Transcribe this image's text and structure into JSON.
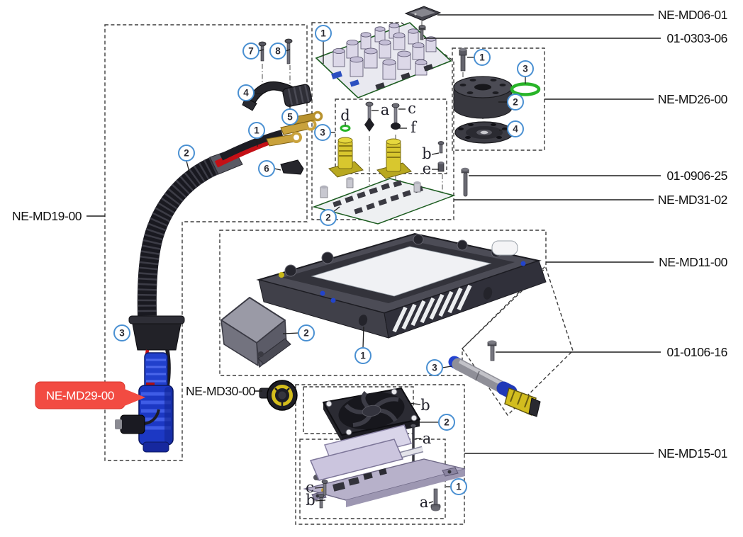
{
  "diagram": {
    "type": "exploded-parts-diagram",
    "background": "#ffffff",
    "colors": {
      "callout_ring": "#4a90d2",
      "highlight_flag_red": "#f24b42",
      "oring_green": "#28b428",
      "connector_blue": "#1c38c4",
      "wire_red": "#c41016",
      "brass_terminal": "#c9a23c",
      "standoff_yellow": "#d8c72e",
      "heatsink_lavender": "#cbc5de",
      "housing_gray": "#4c4c56"
    },
    "labels": {
      "md06": "NE-MD06-01",
      "s0303": "01-0303-06",
      "md26": "NE-MD26-00",
      "s0906": "01-0906-25",
      "md31": "NE-MD31-02",
      "md11": "NE-MD11-00",
      "s0106": "01-0106-16",
      "md15": "NE-MD15-01",
      "md19": "NE-MD19-00",
      "md29": "NE-MD29-00",
      "md30": "NE-MD30-00"
    },
    "callouts": {
      "board_top": "1",
      "board_bottom": "2",
      "standoff_group": "3",
      "clamp_screw_short": "7",
      "clamp_screw_long": "8",
      "clamp": "4",
      "clamp_sleeve": "5",
      "cable_terminals": "1",
      "cable_conduit": "2",
      "cable_boot": "3",
      "cable_clip": "6",
      "coupling_screw": "1",
      "coupling_disc": "2",
      "coupling_oring": "3",
      "coupling_flange": "4",
      "housing_tray": "1",
      "housing_cover": "2",
      "housing_tube": "3",
      "fan_group": "2",
      "heatsink_group": "1"
    },
    "fastener_letters": {
      "standoff_oring": "d",
      "standoff_screw_left": "a",
      "standoff_screw_right": "c",
      "standoff_grommet": "f",
      "side_screw_top": "b",
      "side_screw_bottom": "e",
      "fan_screw": "b",
      "fan_rod": "a",
      "heatsink_screw_c": "c",
      "heatsink_screw_b": "b",
      "heatsink_screw_a": "a"
    }
  }
}
